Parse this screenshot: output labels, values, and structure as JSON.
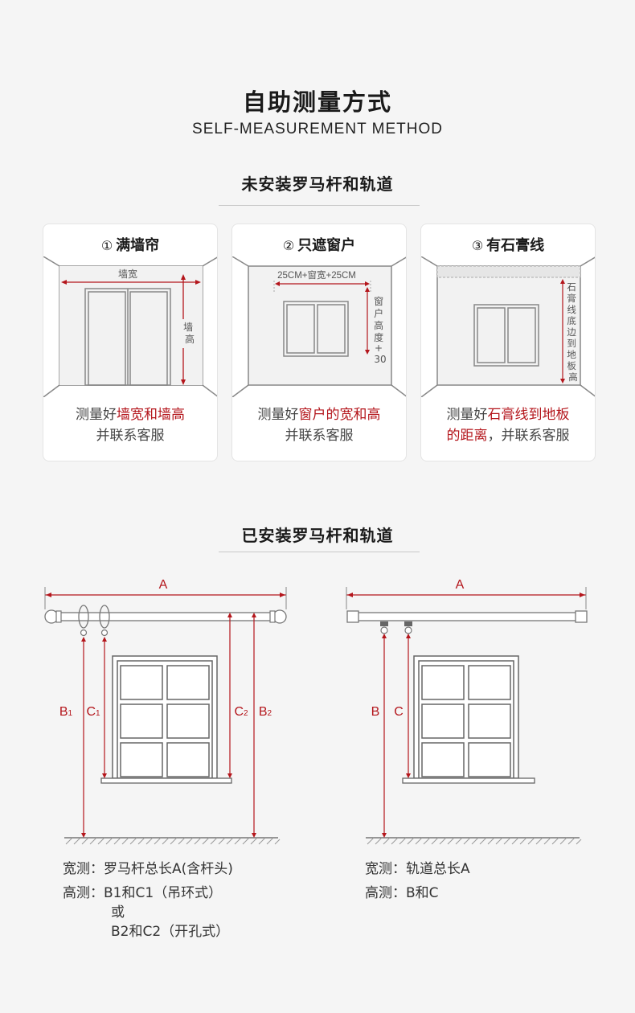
{
  "header": {
    "title": "自助测量方式",
    "subtitle": "SELF-MEASUREMENT METHOD"
  },
  "section1": {
    "title": "未安装罗马杆和轨道",
    "cards": [
      {
        "num": "①",
        "title": "满墙帘",
        "labels": {
          "width": "墙宽",
          "height": "墙高"
        },
        "desc_plain1": "测量好",
        "desc_red1": "墙宽和墙高",
        "desc_line2": "并联系客服"
      },
      {
        "num": "②",
        "title": "只遮窗户",
        "labels": {
          "width": "25CM+窗宽+25CM",
          "height": "窗户高度+30"
        },
        "desc_plain1": "测量好",
        "desc_red1": "窗户的宽和高",
        "desc_line2": "并联系客服"
      },
      {
        "num": "③",
        "title": "有石膏线",
        "labels": {
          "height": "石膏线底边到地板高"
        },
        "desc_plain1": "测量好",
        "desc_red1": "石膏线到地板",
        "desc_red2": "的距离",
        "desc_line2_rest": "，并联系客服"
      }
    ]
  },
  "section2": {
    "title": "已安装罗马杆和轨道",
    "left": {
      "labels": {
        "a": "A",
        "b1": "B",
        "b1_sub": "1",
        "c1": "C",
        "c1_sub": "1",
        "c2": "C",
        "c2_sub": "2",
        "b2": "B",
        "b2_sub": "2"
      },
      "width_label": "宽测：",
      "width_value": "罗马杆总长A(含杆头)",
      "height_label": "高测：",
      "height_value_1": "B1和C1（吊环式）",
      "height_or": "或",
      "height_value_2": "B2和C2（开孔式）"
    },
    "right": {
      "labels": {
        "a": "A",
        "b": "B",
        "c": "C"
      },
      "width_label": "宽测：",
      "width_value": "轨道总长A",
      "height_label": "高测：",
      "height_value": "B和C"
    }
  },
  "colors": {
    "accent_red": "#b4161c",
    "line_gray": "#888888",
    "text_dark": "#222222"
  }
}
